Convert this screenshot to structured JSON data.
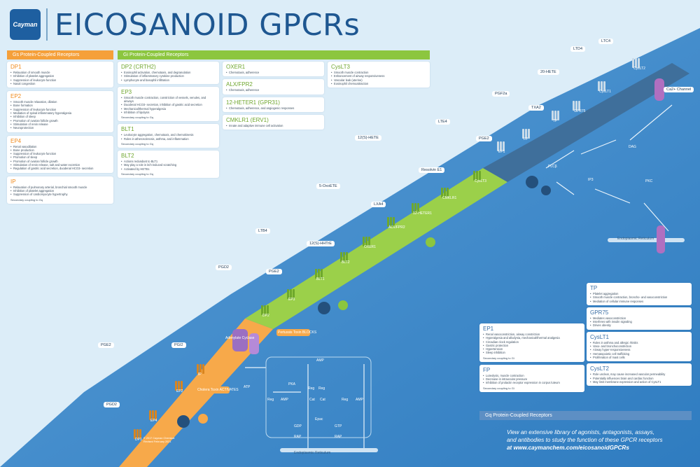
{
  "header": {
    "logo_text": "Cayman",
    "title": "EICOSANOID GPCRs"
  },
  "gs_bar": "Gs Protein-Coupled Receptors",
  "gi_bar": "Gi Protein-Coupled Receptors",
  "gq_bar": "Gq Protein-Coupled Receptors",
  "gs_cards": [
    {
      "name": "DP1",
      "items": [
        "Relaxation of smooth muscle",
        "Inhibition of platelet aggregation",
        "Suppression of leukocyte function",
        "Nasal congestion"
      ],
      "note": ""
    },
    {
      "name": "EP2",
      "items": [
        "Smooth muscle relaxation, dilation",
        "Bone formation",
        "Suppression of leukocyte function",
        "Mediation of spinal inflammatory hyperalgesia",
        "Inhibition of sleep",
        "Promotion of ovarian follicle growth",
        "Stimulation of renin release",
        "Neuroprotection"
      ],
      "note": ""
    },
    {
      "name": "EP4",
      "items": [
        "Renal vasodilation",
        "Bone production",
        "Suppression of leukocyte function",
        "Promotion of sleep",
        "Promotion of ovarian follicle growth",
        "Stimulation of renin release, salt and water excretion",
        "Regulation of gastric acid secretion, duodenal HCO3- secretion"
      ],
      "note": ""
    },
    {
      "name": "IP",
      "items": [
        "Relaxation of pulmonary arterial, bronchial smooth muscle",
        "Inhibition of platelet aggregation",
        "Suppression of cardiomyocyte hypertrophy"
      ],
      "note": "Secondary coupling to Gq"
    }
  ],
  "gi_cards_col1": [
    {
      "name": "DP2 (CRTH2)",
      "items": [
        "Eosinophil activation, chemotaxis, and degranulation",
        "Stimulation of inflammatory cytokine production",
        "Lymphocyte and basophil infiltration"
      ],
      "note": ""
    },
    {
      "name": "EP3",
      "items": [
        "Smooth muscle contraction, constriction of vessels, venules, and airways",
        "Duodenal HCO3- secretion, inhibition of gastric acid secretion",
        "Mechanical/thermal hyperalgesia",
        "Inhibition of lipolysis"
      ],
      "note": "Secondary coupling to Gq"
    },
    {
      "name": "BLT1",
      "items": [
        "Leukocyte aggregation, chemotaxis, and chemokinesis",
        "Roles in atherosclerosis, asthma, and inflammation"
      ],
      "note": "Secondary coupling to Gq"
    },
    {
      "name": "BLT2",
      "items": [
        "Actions redundant to BLT1",
        "May play a role in itch-induced scratching",
        "Activated by HETEs"
      ],
      "note": "Secondary coupling to Gq"
    }
  ],
  "gi_cards_col2": [
    {
      "name": "OXER1",
      "items": [
        "Chemotaxis, adherence"
      ],
      "note": ""
    },
    {
      "name": "ALX/FPR2",
      "items": [
        "Chemotaxis, adherence"
      ],
      "note": ""
    },
    {
      "name": "12-HETER1 (GPR31)",
      "items": [
        "Chemotaxis, adherence, and angiogenic responses"
      ],
      "note": ""
    },
    {
      "name": "CMKLR1 (ERV1)",
      "items": [
        "Innate and adaptive immune cell activation"
      ],
      "note": ""
    }
  ],
  "gi_cards_col3": [
    {
      "name": "CysLT3",
      "items": [
        "Smooth muscle contraction",
        "Enhancement of airway responsiveness",
        "Vascular leak (uterine)",
        "Eosinophil chemoattraction"
      ],
      "note": ""
    }
  ],
  "gq_cards_mid": [
    {
      "name": "EP1",
      "items": [
        "Renal vasoconstriction, airway constriction",
        "Hyperalgesia and allodynia, mechanical/thermal analgesia",
        "Circadian clock regulation",
        "Gastric protection",
        "Hypertension",
        "Sleep inhibition"
      ],
      "note": "Secondary coupling to Gi"
    },
    {
      "name": "FP",
      "items": [
        "Luteolysis, muscle contraction",
        "Decrease in intraocular pressure",
        "Inhibition of prolactin receptor expression in corpus luteum"
      ],
      "note": "Secondary coupling to Gi"
    }
  ],
  "gq_cards_right": [
    {
      "name": "TP",
      "items": [
        "Platelet aggregation",
        "Smooth muscle contraction, broncho- and vasoconstriction",
        "Mediation of cellular immune responses"
      ],
      "note": ""
    },
    {
      "name": "GPR75",
      "items": [
        "Mediates vasoconstriction",
        "Interferes with insulin signaling",
        "Drives obesity"
      ],
      "note": ""
    },
    {
      "name": "CysLT1",
      "items": [
        "Roles in asthma and allergic rhinitis",
        "Vaso- and bronchoconstriction",
        "Airway hyper-responsiveness",
        "Hematopoietic cell trafficking",
        "Proliferation of mast cells"
      ],
      "note": ""
    },
    {
      "name": "CysLT2",
      "items": [
        "Role unclear, may cause increased vascular permeability",
        "Potentially influences brain and cardiac function",
        "May limit membrane expression and action of CysLT1"
      ],
      "note": ""
    }
  ],
  "ligands": [
    "PGD2",
    "PGE2",
    "PGI2",
    "PGD2",
    "LTB4",
    "PGE2",
    "12(S)-HHTrE",
    "5-OxoETE",
    "LXA4",
    "12(S)-HETE",
    "Resolvin E1",
    "LTE4",
    "PGE2",
    "PGF2a",
    "TXA2",
    "20-HETE",
    "LTD4",
    "LTC4"
  ],
  "receptor_labels": [
    "DP1",
    "EP4",
    "EP2",
    "IP",
    "DP2",
    "EP3",
    "BLT1",
    "BLT2",
    "OXER1",
    "ALX/FPR2",
    "12-HETER1",
    "CMKLR1",
    "CysLT3",
    "EP1",
    "FP",
    "TP",
    "GPR75",
    "CysLT1",
    "CysLT2"
  ],
  "signals": {
    "adenylate": "Adenylate Cyclase",
    "pertussis": "Pertussis Toxin BLOCKS",
    "cholera": "Cholera Toxin ACTIVATES",
    "atp": "ATP",
    "amp": "AMP",
    "pka": "PKA",
    "reg": "Reg",
    "cat": "Cat",
    "epac": "Epac",
    "gdp": "GDP",
    "gtp": "GTP",
    "rap": "RAP",
    "er": "Endoplasmic Reticulum",
    "plcb": "PLCβ",
    "ip3": "IP3",
    "dag": "DAG",
    "pkc": "PKC",
    "ca_channel": "Ca2+ Channel",
    "ca": "Ca2+",
    "er2": "Endoplasmic Reticulum"
  },
  "footer": {
    "line1": "View an extensive library of agonists, antagonists, assays,",
    "line2": "and antibodies to study the function of these GPCR receptors",
    "line3": "at www.caymanchem.com/eicosanoidGPCRs"
  },
  "copyright": {
    "line1": "© 2017 Cayman Chemical",
    "line2": "Revised February 2021"
  }
}
